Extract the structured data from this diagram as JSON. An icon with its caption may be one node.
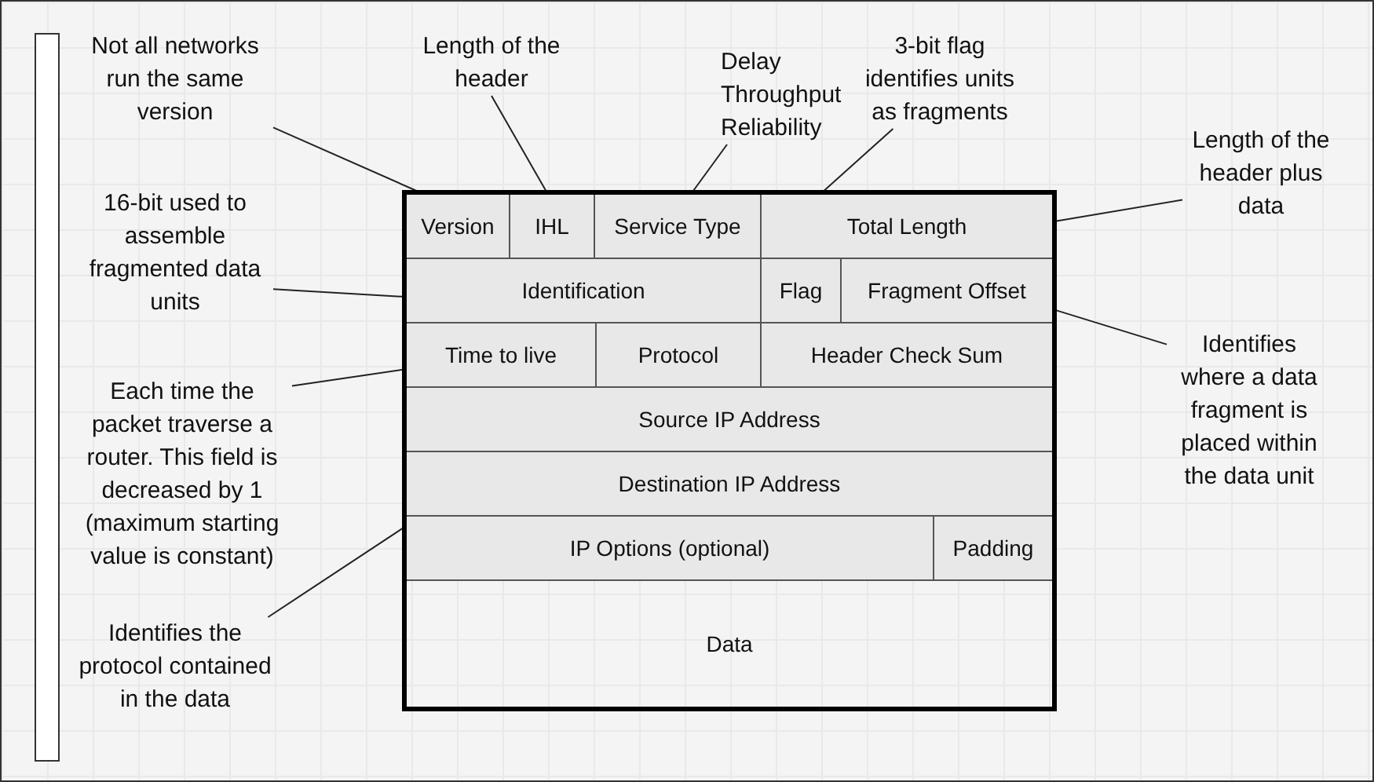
{
  "diagram": {
    "nodes": [
      {
        "text": [],
        "shape": "box"
      },
      {
        "text": [
          "Version"
        ],
        "in": 0
      },
      {
        "text": [
          "IHL"
        ],
        "in": 0
      },
      {
        "text": [
          "Service Type"
        ],
        "in": 0
      },
      {
        "text": [
          "Total Length"
        ],
        "in": 0
      },
      {
        "text": [
          "Identification"
        ],
        "in": 0
      },
      {
        "text": [
          "Flag"
        ],
        "in": 0
      },
      {
        "text": [
          "Fragment Offset"
        ],
        "in": 0
      },
      {
        "text": [
          "Time to live"
        ],
        "in": 0
      },
      {
        "text": [
          "Protocol"
        ],
        "in": 0
      },
      {
        "text": [
          "Header Check Sum"
        ],
        "in": 0
      },
      {
        "text": [
          "Source IP Address"
        ],
        "in": 0
      },
      {
        "text": [
          "Destination IP Address"
        ],
        "in": 0
      },
      {
        "text": [
          "IP Options (optional)"
        ],
        "in": 0
      },
      {
        "text": [
          "Padding"
        ],
        "in": 0
      },
      {
        "text": [
          "Data"
        ],
        "in": 0
      },
      {
        "text": [
          "Not all networks run the same version"
        ]
      },
      {
        "text": [
          "Length of the header"
        ]
      },
      {
        "text": [
          "Delay Throughput Reliability"
        ]
      },
      {
        "text": [
          "3-bit flag identifies units as fragments"
        ]
      },
      {
        "text": [
          "Length of the header plus data"
        ]
      },
      {
        "text": [
          "16-bit used to assemble fragmented data units"
        ]
      },
      {
        "text": [
          "Identifies where a data fragment is placed within the data unit"
        ]
      },
      {
        "text": [
          "Each time the packet traverse a router. This field is decreased by 1 (maximum starting value is constant)"
        ]
      },
      {
        "text": [
          "Identifies the protocol contained in the data"
        ]
      },
      {
        "text": [],
        "shape": "bar"
      }
    ],
    "edges": [
      {
        "from": 16,
        "to": 1,
        "arrow": "none"
      },
      {
        "from": 17,
        "to": 2,
        "arrow": "none"
      },
      {
        "from": 18,
        "to": 3,
        "arrow": "none"
      },
      {
        "from": 19,
        "to": 6,
        "arrow": "none"
      },
      {
        "from": 20,
        "to": 4,
        "arrow": "none"
      },
      {
        "from": 21,
        "to": 5,
        "arrow": "none"
      },
      {
        "from": 22,
        "to": 7,
        "arrow": "none"
      },
      {
        "from": 23,
        "to": 8,
        "arrow": "none"
      },
      {
        "from": 24,
        "to": 9,
        "arrow": "none"
      }
    ]
  }
}
